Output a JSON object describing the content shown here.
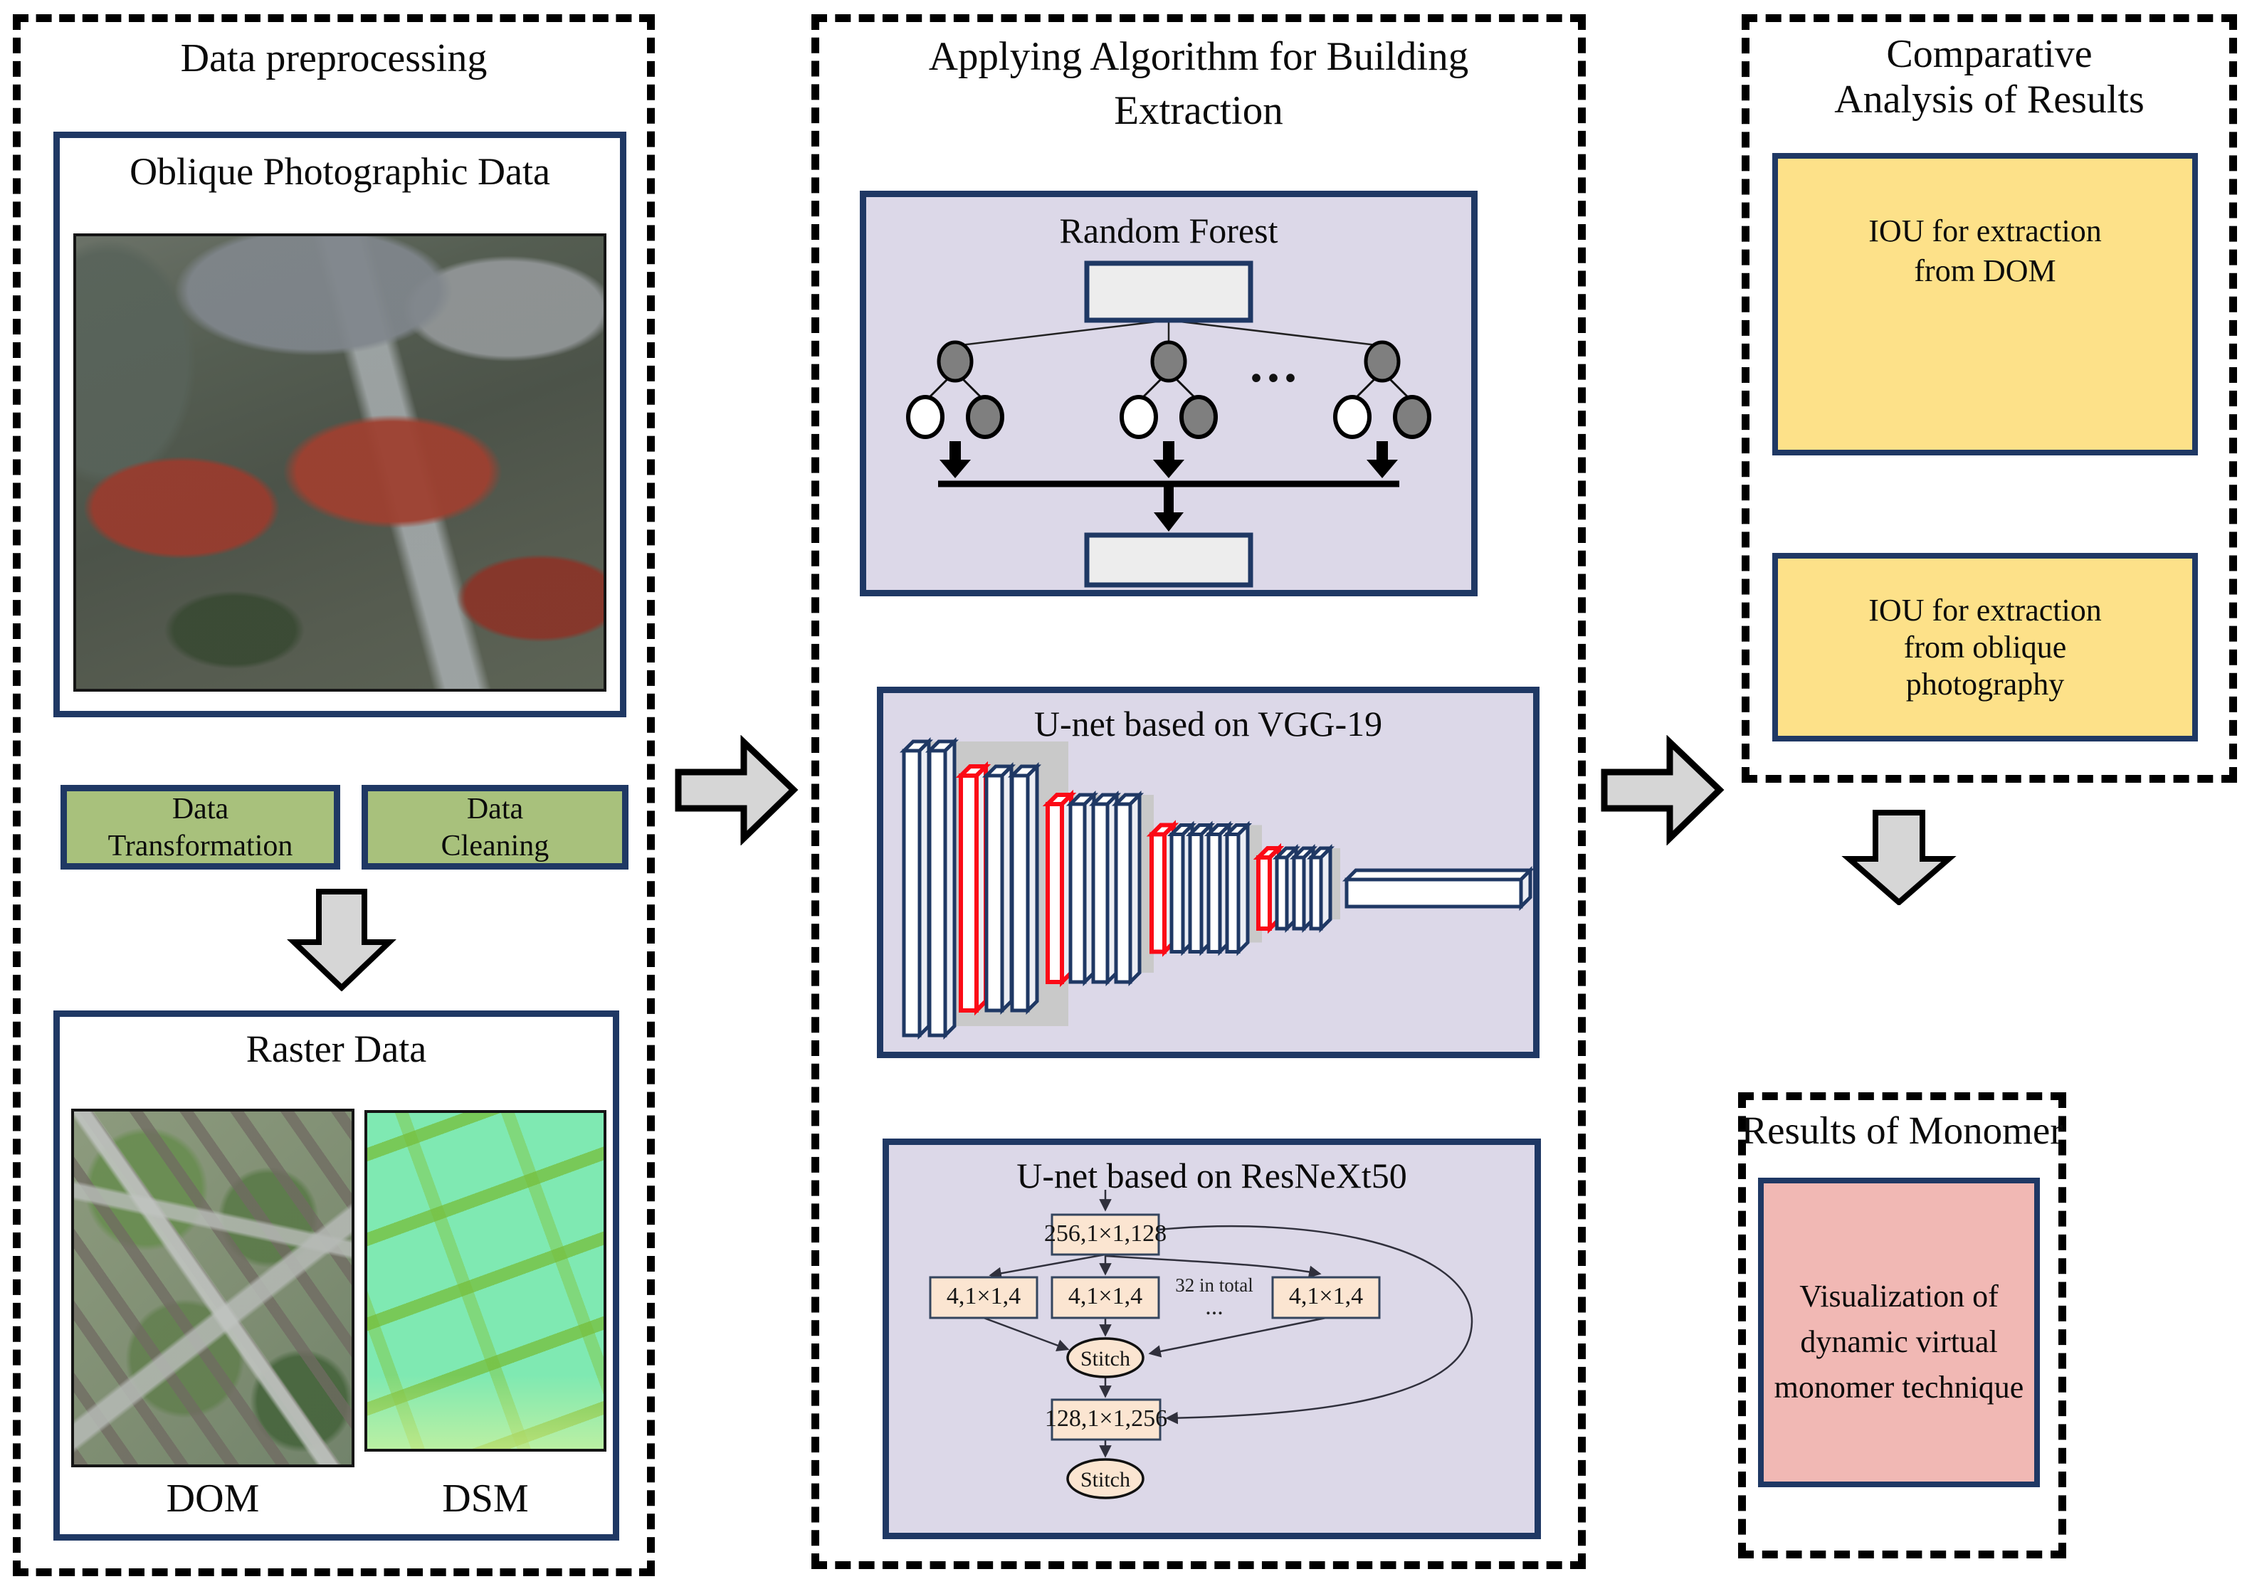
{
  "colors": {
    "navy_border": "#1f3864",
    "panel_lavender": "#dcd8e8",
    "green_box": "#a8c17c",
    "yellow_box": "#fde189",
    "pink_box": "#f1b8b4",
    "peach_block": "#fbe5d1",
    "arrow_gray": "#d6d6d6",
    "node_gray": "#7f7f7f",
    "tree_rect_gray": "#ededed",
    "red_layer_outline": "#fb0a16"
  },
  "preprocessing": {
    "title": "Data preprocessing",
    "oblique": {
      "title": "Oblique Photographic Data"
    },
    "transform": {
      "line1": "Data",
      "line2": "Transformation"
    },
    "cleaning": {
      "line1": "Data",
      "line2": "Cleaning"
    },
    "raster": {
      "title": "Raster Data",
      "dom_label": "DOM",
      "dsm_label": "DSM"
    }
  },
  "algorithm": {
    "title_line1": "Applying Algorithm for Building",
    "title_line2": "Extraction",
    "random_forest": {
      "title": "Random Forest",
      "ellipsis": "..."
    },
    "vgg": {
      "title": "U-net based on VGG-19"
    },
    "resnext": {
      "title": "U-net based on ResNeXt50",
      "input_block": "256,1×1,128",
      "branch_blocks": [
        "4,1×1,4",
        "4,1×1,4",
        "4,1×1,4"
      ],
      "branch_note_line1": "32 in total",
      "branch_note_line2": "...",
      "stitch_label": "Stitch",
      "output_block": "128,1×1,256",
      "final_stitch_label": "Stitch"
    }
  },
  "comparative": {
    "title_line1": "Comparative",
    "title_line2": "Analysis of Results",
    "iou_dom": {
      "line1": "IOU for extraction",
      "line2": "from DOM"
    },
    "iou_oblique": {
      "line1": "IOU for extraction",
      "line2": "from oblique",
      "line3": "photography"
    }
  },
  "monomer": {
    "title": "Results of Monomer",
    "visualization": {
      "line1": "Visualization of",
      "line2": "dynamic virtual",
      "line3": "monomer technique"
    }
  }
}
